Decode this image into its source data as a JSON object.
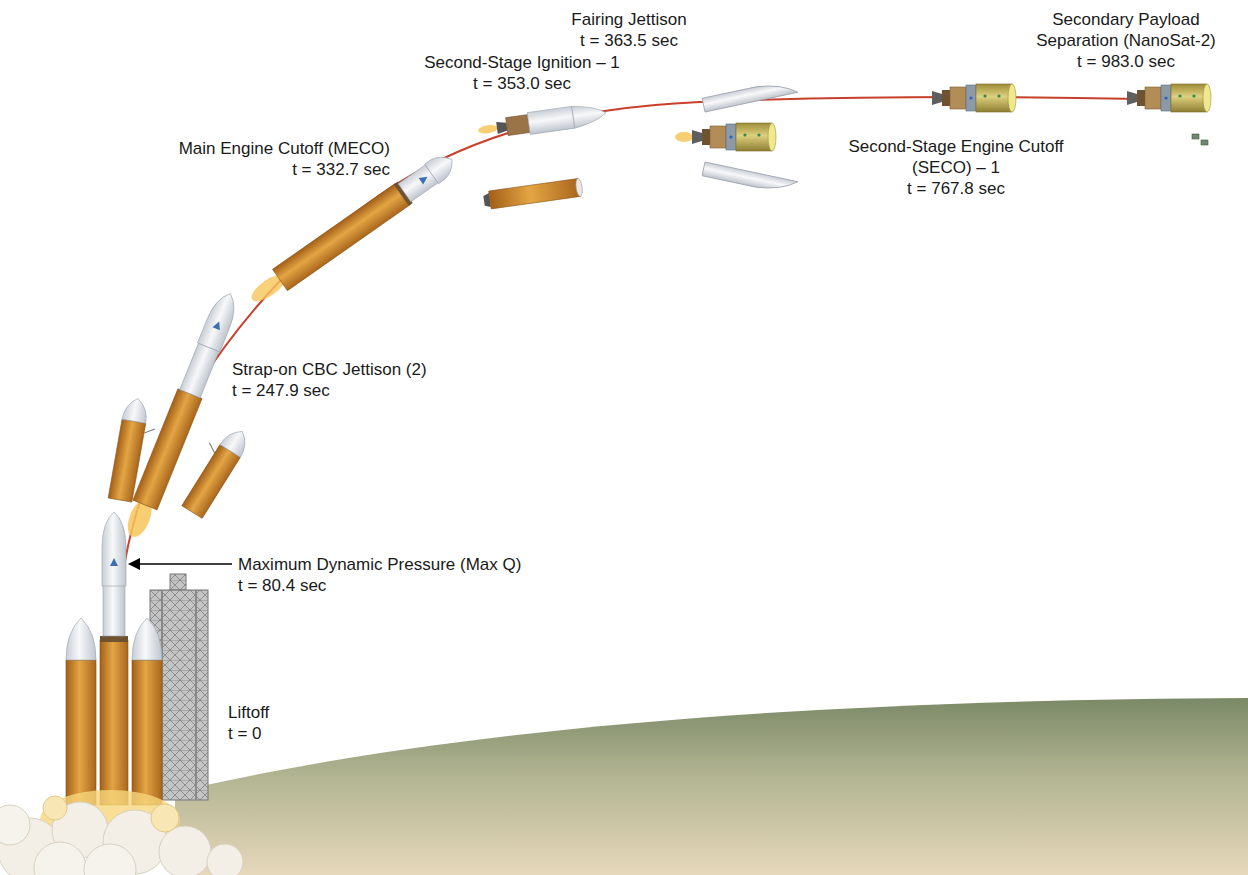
{
  "diagram": {
    "labels": [
      "Fairing Jettison",
      "t = 363.5 sec",
      "Secondary Payload Separation (NanoSat-2)",
      "t = 983.0 sec",
      "Second-Stage Ignition – 1",
      "t = 353.0 sec",
      "Main Engine Cutoff (MECO)",
      "t = 332.7 sec",
      "Second-Stage Engine Cutoff (SECO) – 1",
      "t = 767.8 sec",
      "Strap-on CBC Jettison (2)",
      "t = 247.9 sec",
      "Maximum Dynamic Pressure (Max Q)",
      "t = 80.4 sec",
      "Liftoff",
      "t = 0"
    ]
  }
}
